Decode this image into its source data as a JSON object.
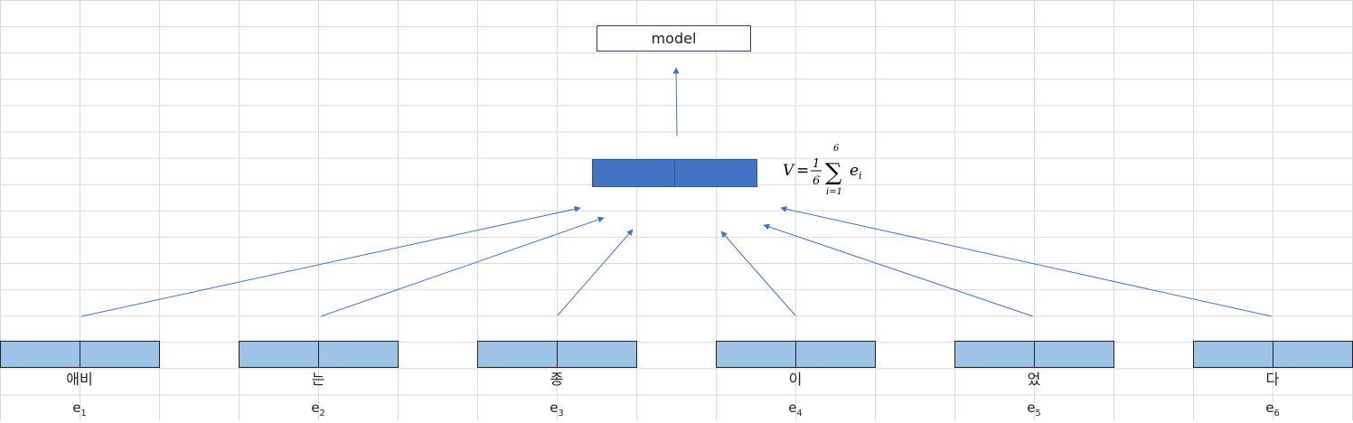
{
  "model_label": "model",
  "formula": {
    "lhs": "V",
    "eq": "=",
    "frac_num": "1",
    "frac_den": "6",
    "sum_symbol": "∑",
    "sum_upper": "6",
    "sum_lower": "i=1",
    "term": "e",
    "term_sub": "i"
  },
  "tokens": [
    {
      "text": "애비",
      "e": "e",
      "sub": "1"
    },
    {
      "text": "는",
      "e": "e",
      "sub": "2"
    },
    {
      "text": "종",
      "e": "e",
      "sub": "3"
    },
    {
      "text": "이",
      "e": "e",
      "sub": "4"
    },
    {
      "text": "었",
      "e": "e",
      "sub": "5"
    },
    {
      "text": "다",
      "e": "e",
      "sub": "6"
    }
  ],
  "colors": {
    "embedding_fill": "#9dc3e6",
    "mean_fill": "#4472c4",
    "arrow": "#4472c4",
    "gridline": "#d9d9d9"
  }
}
